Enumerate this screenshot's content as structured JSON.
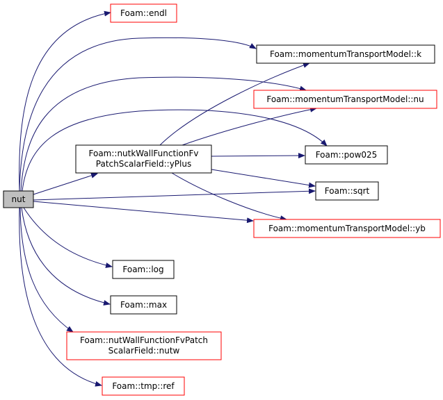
{
  "graph": {
    "root": "nut",
    "nodes": {
      "endl": "Foam::endl",
      "k": "Foam::momentumTransportModel::k",
      "nu": "Foam::momentumTransportModel::nu",
      "yplus_1": "Foam::nutkWallFunctionFv",
      "yplus_2": "PatchScalarField::yPlus",
      "pow025": "Foam::pow025",
      "sqrt": "Foam::sqrt",
      "yb": "Foam::momentumTransportModel::yb",
      "log": "Foam::log",
      "max": "Foam::max",
      "nutw_1": "Foam::nutWallFunctionFvPatch",
      "nutw_2": "ScalarField::nutw",
      "ref": "Foam::tmp::ref"
    },
    "colors": {
      "edge": "#191970",
      "documented": "#000000",
      "undocumented": "#ff0000",
      "root_fill": "#bfbfbf"
    }
  }
}
